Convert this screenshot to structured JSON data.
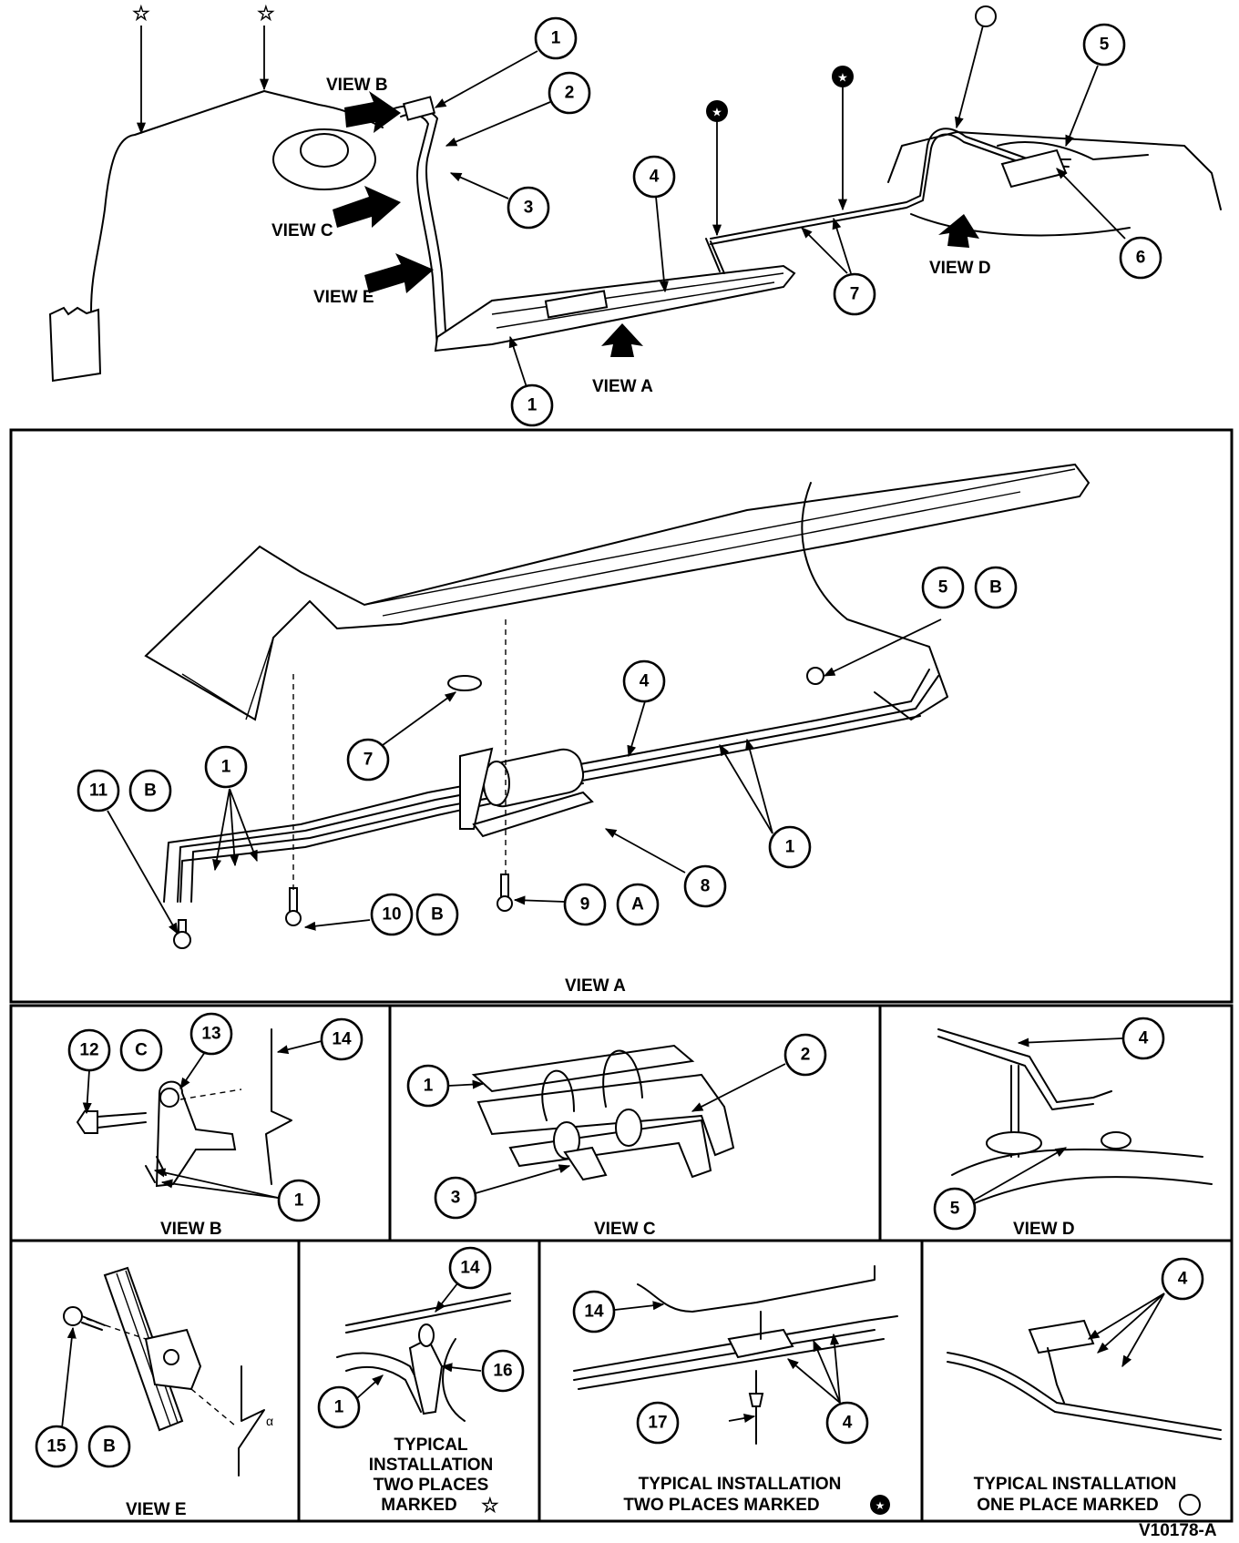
{
  "figure_id": "V10178-A",
  "view_labels": {
    "view_a": "VIEW A",
    "view_b": "VIEW B",
    "view_c": "VIEW C",
    "view_d": "VIEW D",
    "view_e": "VIEW E"
  },
  "typical_captions": {
    "star": [
      "TYPICAL",
      "INSTALLATION",
      "TWO PLACES",
      "MARKED"
    ],
    "filled_star": [
      "TYPICAL INSTALLATION",
      "TWO PLACES MARKED"
    ],
    "circle": [
      "TYPICAL INSTALLATION",
      "ONE PLACE MARKED"
    ]
  },
  "callout_numbers": [
    "1",
    "2",
    "3",
    "4",
    "5",
    "6",
    "7",
    "8",
    "9",
    "10",
    "11",
    "12",
    "13",
    "14",
    "15",
    "16",
    "17"
  ],
  "callout_letters": [
    "A",
    "B",
    "C"
  ],
  "icons": [
    "open-star-icon",
    "filled-star-icon",
    "open-circle-icon",
    "arrow-icon"
  ]
}
